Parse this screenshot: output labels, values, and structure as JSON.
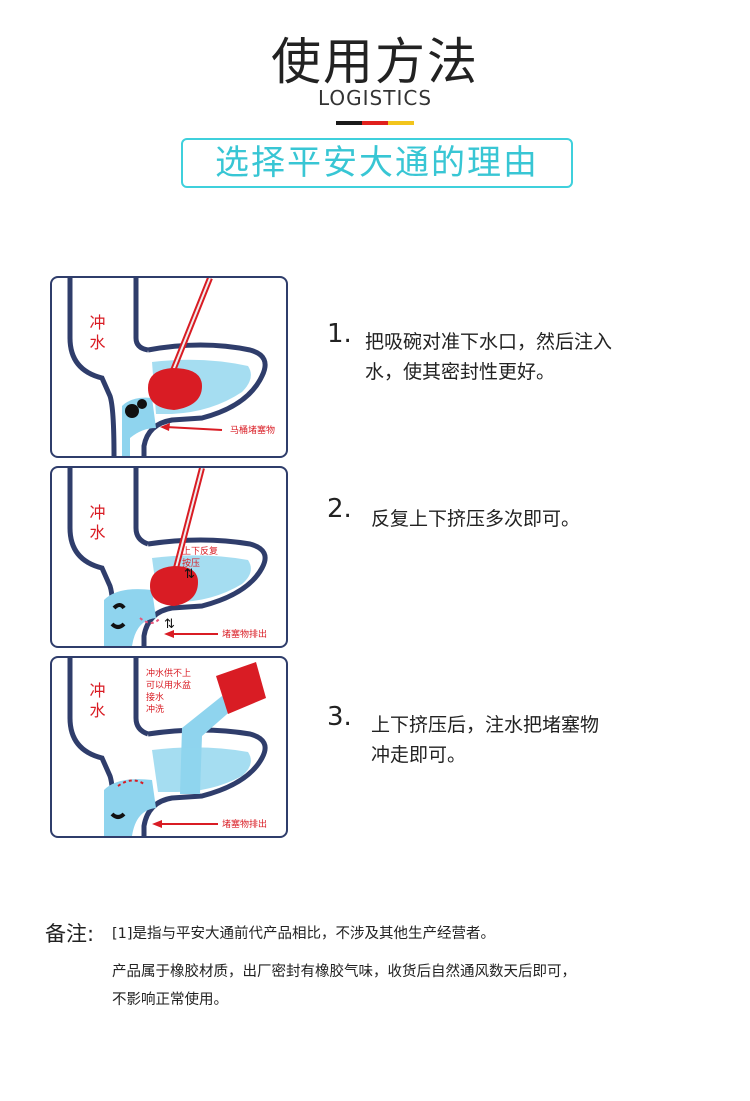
{
  "header": {
    "title": "使用方法",
    "subtitle": "LOGISTICS",
    "flag_colors": [
      "#1a1a1a",
      "#e0201c",
      "#f2c51c"
    ],
    "banner": "选择平安大通的理由"
  },
  "colors": {
    "accent": "#38c6d4",
    "panel_border": "#2f3d6b",
    "plunger": "#d91c24",
    "water": "#8fd4ee"
  },
  "steps": [
    {
      "number": "1.",
      "text_line1": "把吸碗对准下水口，然后注入",
      "text_line2": "水，使其密封性更好。",
      "panel": {
        "tank_label": "冲水",
        "pointer_label": "马桶堵塞物"
      }
    },
    {
      "number": "2.",
      "text_line1": "反复上下挤压多次即可。",
      "text_line2": "",
      "panel": {
        "tank_label": "冲水",
        "action_label_line1": "上下反复",
        "action_label_line2": "按压",
        "pointer_label": "堵塞物排出"
      }
    },
    {
      "number": "3.",
      "text_line1": "上下挤压后，注水把堵塞物",
      "text_line2": "冲走即可。",
      "panel": {
        "tank_label": "冲水",
        "tip_line1": "冲水供不上",
        "tip_line2": "可以用水盆",
        "tip_line3": "接水",
        "tip_line4": "冲洗",
        "pointer_label": "堵塞物排出"
      }
    }
  ],
  "notes": {
    "label": "备注:",
    "line1": "[1]是指与平安大通前代产品相比，不涉及其他生产经营者。",
    "line2": "产品属于橡胶材质，出厂密封有橡胶气味，收货后自然通风数天后即可，",
    "line3": "不影响正常使用。"
  }
}
